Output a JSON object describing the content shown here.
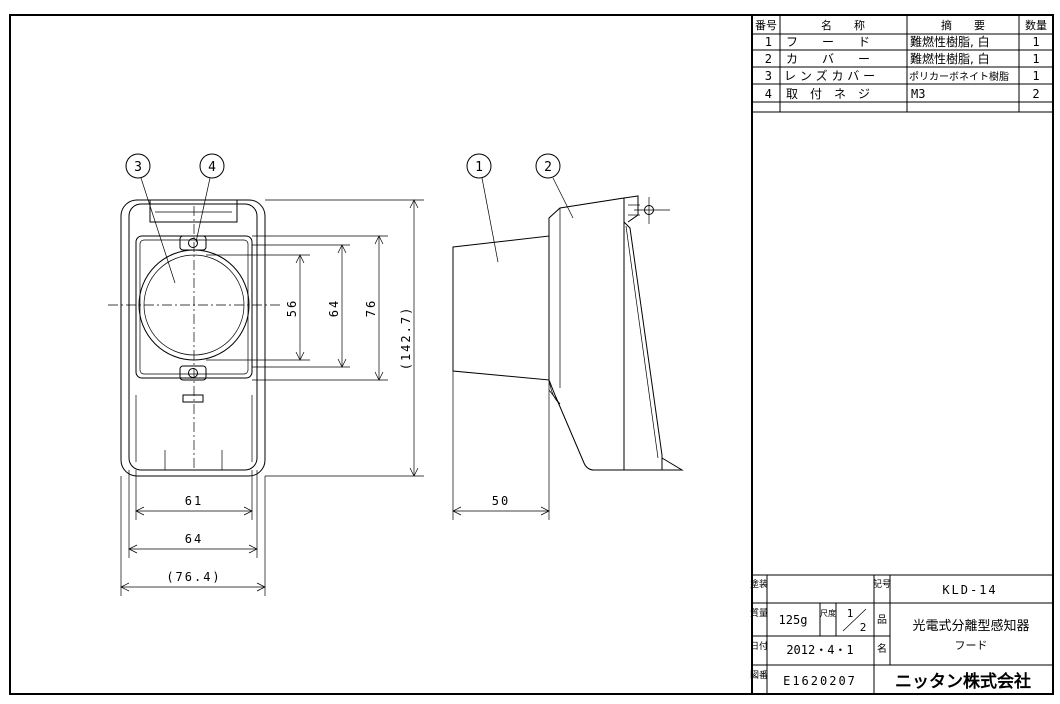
{
  "parts_table": {
    "headers": {
      "no": "番号",
      "name": "名　　称",
      "summary": "摘　　要",
      "qty": "数量"
    },
    "rows": [
      {
        "no": "1",
        "name": "フ　　ー　　ド",
        "summary": "難燃性樹脂, 白",
        "qty": "1"
      },
      {
        "no": "2",
        "name": "カ　　バ　　ー",
        "summary": "難燃性樹脂, 白",
        "qty": "1"
      },
      {
        "no": "3",
        "name": "レ ン ズ カ バ ー",
        "summary": "ポリカーボネイト樹脂",
        "qty": "1"
      },
      {
        "no": "4",
        "name": "取　付　ネ　ジ",
        "summary": "M3",
        "qty": "2"
      }
    ]
  },
  "title_block": {
    "paint_label": "塗装",
    "paint_value": "",
    "symbol_label": "記号",
    "model": "KLD-14",
    "mass_label": "質量",
    "mass": "125g",
    "scale_label": "尺度",
    "scale_num": "1",
    "scale_den": "2",
    "product_label": "品",
    "name_label": "名",
    "product_name": "光電式分離型感知器",
    "product_sub": "フード",
    "date_label": "日付",
    "date": "2012・4・1",
    "drawing_no_label": "図番",
    "drawing_no": "E1620207",
    "company": "ニッタン株式会社"
  },
  "balloons": [
    "3",
    "4",
    "1",
    "2"
  ],
  "dimensions": {
    "d56": "56",
    "d64v": "64",
    "d76v": "76",
    "d142": "(142.7)",
    "d61": "61",
    "d64h": "64",
    "d76h": "(76.4)",
    "d50": "50"
  }
}
